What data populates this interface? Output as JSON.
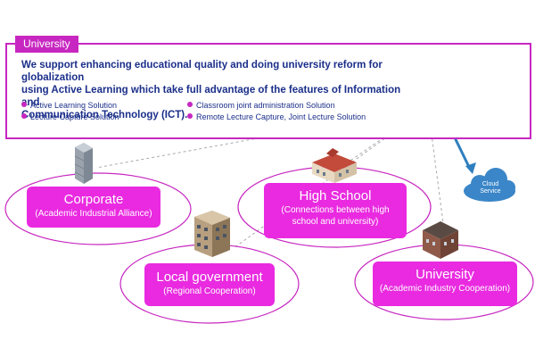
{
  "header": {
    "tag": "University"
  },
  "intro": {
    "line1": "We support enhancing educational quality and doing university reform for globalization",
    "line2": "using Active Learning which take full advantage of  the features of Information and",
    "line3": "Communication Technology (ICT)."
  },
  "solutions": [
    "Active Learning Solution",
    "Lecture Capture Solution",
    "Classroom joint administration Solution",
    "Remote Lecture Capture, Joint Lecture Solution"
  ],
  "cloud": {
    "line1": "Cloud",
    "line2": "Service"
  },
  "nodes": {
    "corporate": {
      "title": "Corporate",
      "sub": "(Academic Industrial Alliance)"
    },
    "high_school": {
      "title": "High School",
      "sub1": "(Connections between high",
      "sub2": "school and university)"
    },
    "local_gov": {
      "title": "Local government",
      "sub": "(Regional Cooperation)"
    },
    "university": {
      "title": "University",
      "sub": "(Academic Industry Cooperation)"
    }
  },
  "colors": {
    "accent": "#c727c0",
    "pill": "#e92ae0",
    "text": "#1b2f8a",
    "cloud": "#3a86c8",
    "arrow": "#2f7fbf",
    "dashed": "#a9a9a9"
  }
}
